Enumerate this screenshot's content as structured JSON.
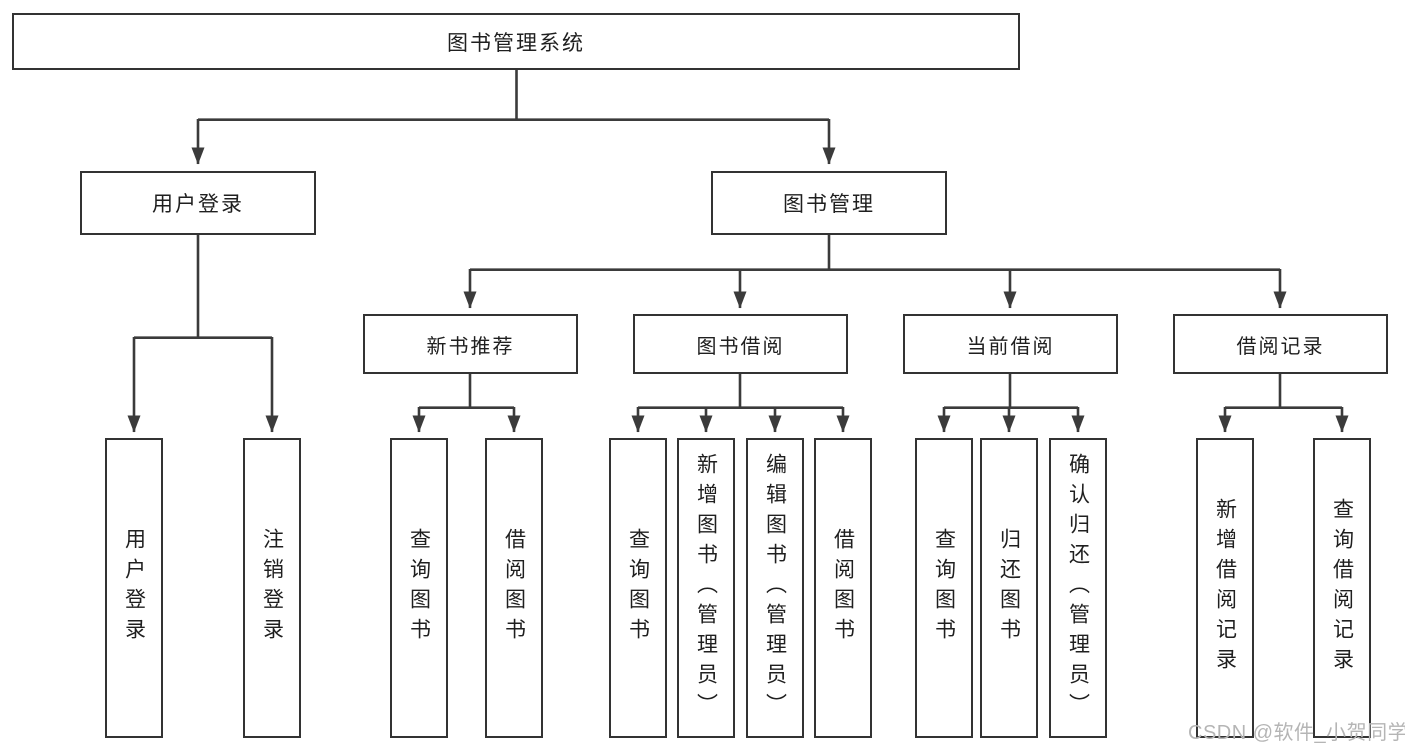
{
  "diagram": {
    "root": {
      "label": "图书管理系统"
    },
    "level2": [
      {
        "label": "用户登录"
      },
      {
        "label": "图书管理"
      }
    ],
    "level3": [
      {
        "label": "新书推荐"
      },
      {
        "label": "图书借阅"
      },
      {
        "label": "当前借阅"
      },
      {
        "label": "借阅记录"
      }
    ],
    "leaves": [
      {
        "label": "用户登录",
        "parent": "用户登录"
      },
      {
        "label": "注销登录",
        "parent": "用户登录"
      },
      {
        "label": "查询图书",
        "parent": "新书推荐"
      },
      {
        "label": "借阅图书",
        "parent": "新书推荐"
      },
      {
        "label": "查询图书",
        "parent": "图书借阅"
      },
      {
        "label": "新增图书（管理员）",
        "parent": "图书借阅"
      },
      {
        "label": "编辑图书（管理员）",
        "parent": "图书借阅"
      },
      {
        "label": "借阅图书",
        "parent": "图书借阅"
      },
      {
        "label": "查询图书",
        "parent": "当前借阅"
      },
      {
        "label": "归还图书",
        "parent": "当前借阅"
      },
      {
        "label": "确认归还（管理员）",
        "parent": "当前借阅"
      },
      {
        "label": "新增借阅记录",
        "parent": "借阅记录"
      },
      {
        "label": "查询借阅记录",
        "parent": "借阅记录"
      }
    ]
  },
  "watermark": {
    "text": "CSDN @软件_小贺同学"
  },
  "colors": {
    "background": "#ffffff",
    "line": "#3b3b3b",
    "box_border": "#333333",
    "text": "#1f1f1f",
    "watermark": "#b5b5b5"
  }
}
